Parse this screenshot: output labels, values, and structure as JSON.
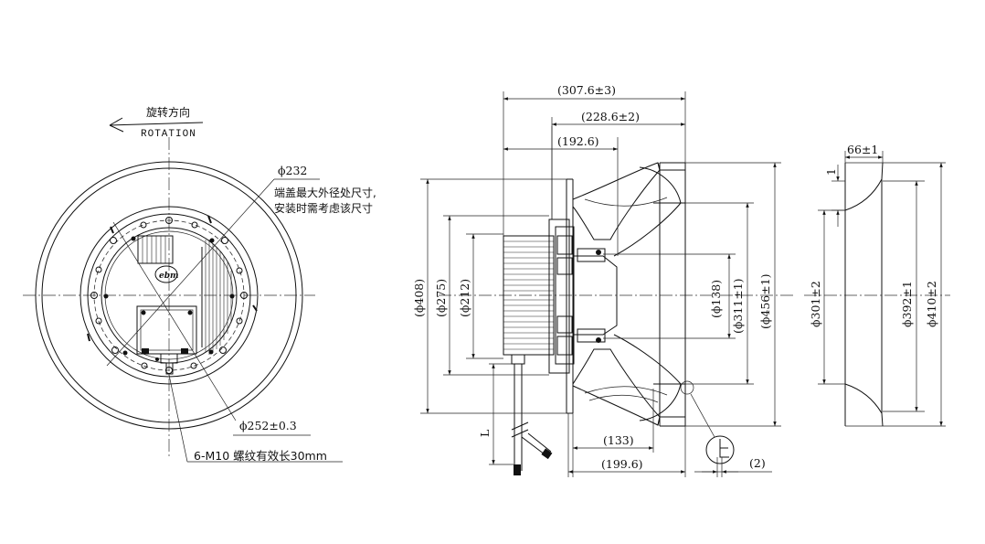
{
  "rotation": {
    "label_cn": "旋转方向",
    "label_en": "ROTATION"
  },
  "front_view": {
    "dia_232": "ϕ232",
    "note_line1": "端盖最大外径处尺寸,",
    "note_line2": "安装时需考虑该尺寸",
    "dia_252": "ϕ252±0.3",
    "thread": "6-M10  螺纹有效长30mm",
    "logo": "ebm"
  },
  "side_view": {
    "len_307": "(307.6±3)",
    "len_228": "(228.6±2)",
    "len_192": "(192.6)",
    "dia_408": "(ϕ408)",
    "dia_275": "(ϕ275)",
    "dia_212": "(ϕ212)",
    "dia_138": "(ϕ138)",
    "dia_311": "(ϕ311±1)",
    "dia_456": "(ϕ456±1)",
    "len_133": "(133)",
    "len_199": "(199.6)",
    "gap_2": "(2)",
    "cable_L": "L"
  },
  "ring_view": {
    "width_66": "66±1",
    "flange_1": "1",
    "dia_301": "ϕ301±2",
    "dia_392": "ϕ392±1",
    "dia_410": "ϕ410±2"
  }
}
